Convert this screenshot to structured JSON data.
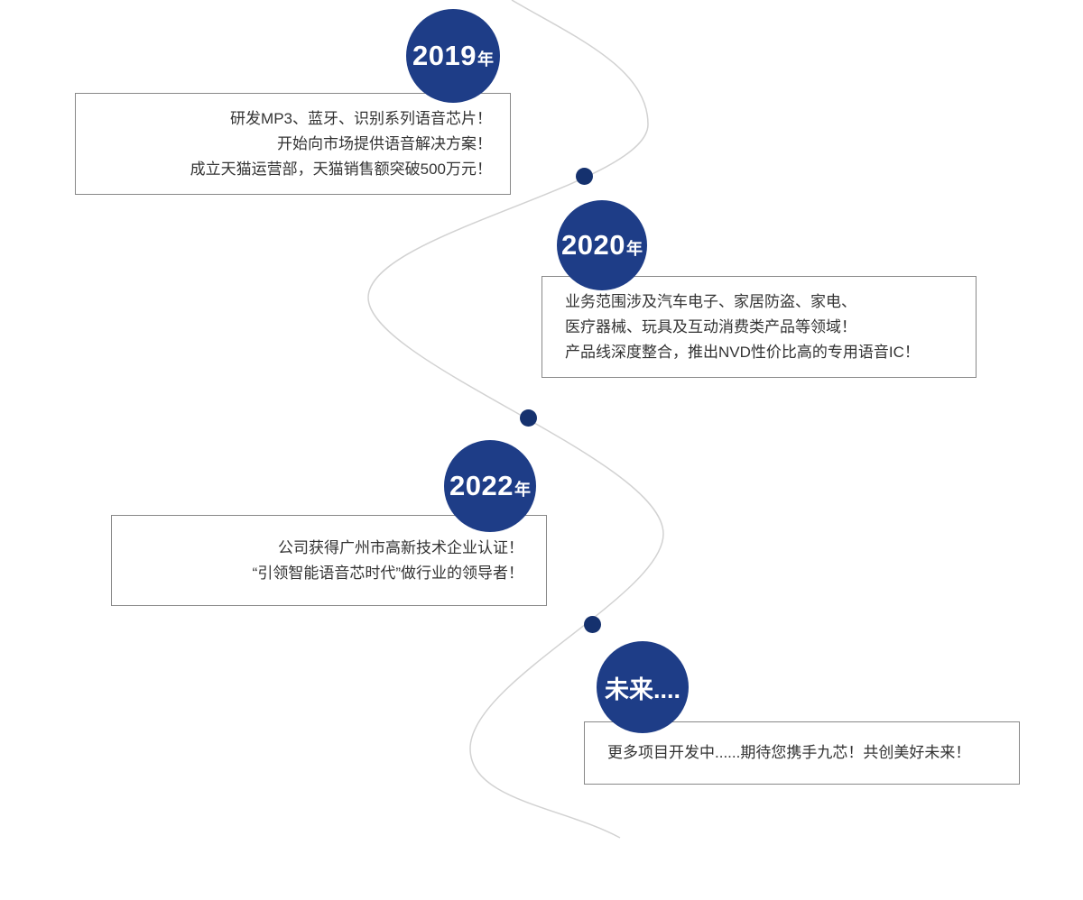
{
  "colors": {
    "node": "#1e3d87",
    "dot": "#15316e",
    "curve": "#d2d2d2",
    "box_border": "#888888",
    "box_text": "#333333",
    "node_text": "#ffffff"
  },
  "timeline": {
    "milestones": [
      {
        "year": "2019",
        "suffix": "年",
        "lines": [
          "研发MP3、蓝牙、识别系列语音芯片！",
          "开始向市场提供语音解决方案！",
          "成立天猫运营部，天猫销售额突破500万元！"
        ]
      },
      {
        "year": "2020",
        "suffix": "年",
        "lines": [
          "业务范围涉及汽车电子、家居防盗、家电、",
          "医疗器械、玩具及互动消费类产品等领域！",
          "产品线深度整合，推出NVD性价比高的专用语音IC！"
        ]
      },
      {
        "year": "2022",
        "suffix": "年",
        "lines": [
          "公司获得广州市高新技术企业认证！",
          "“引领智能语音芯时代”做行业的领导者！"
        ]
      },
      {
        "year": "未来....",
        "suffix": "",
        "lines": [
          "更多项目开发中......期待您携手九芯！共创美好未来！"
        ]
      }
    ]
  }
}
